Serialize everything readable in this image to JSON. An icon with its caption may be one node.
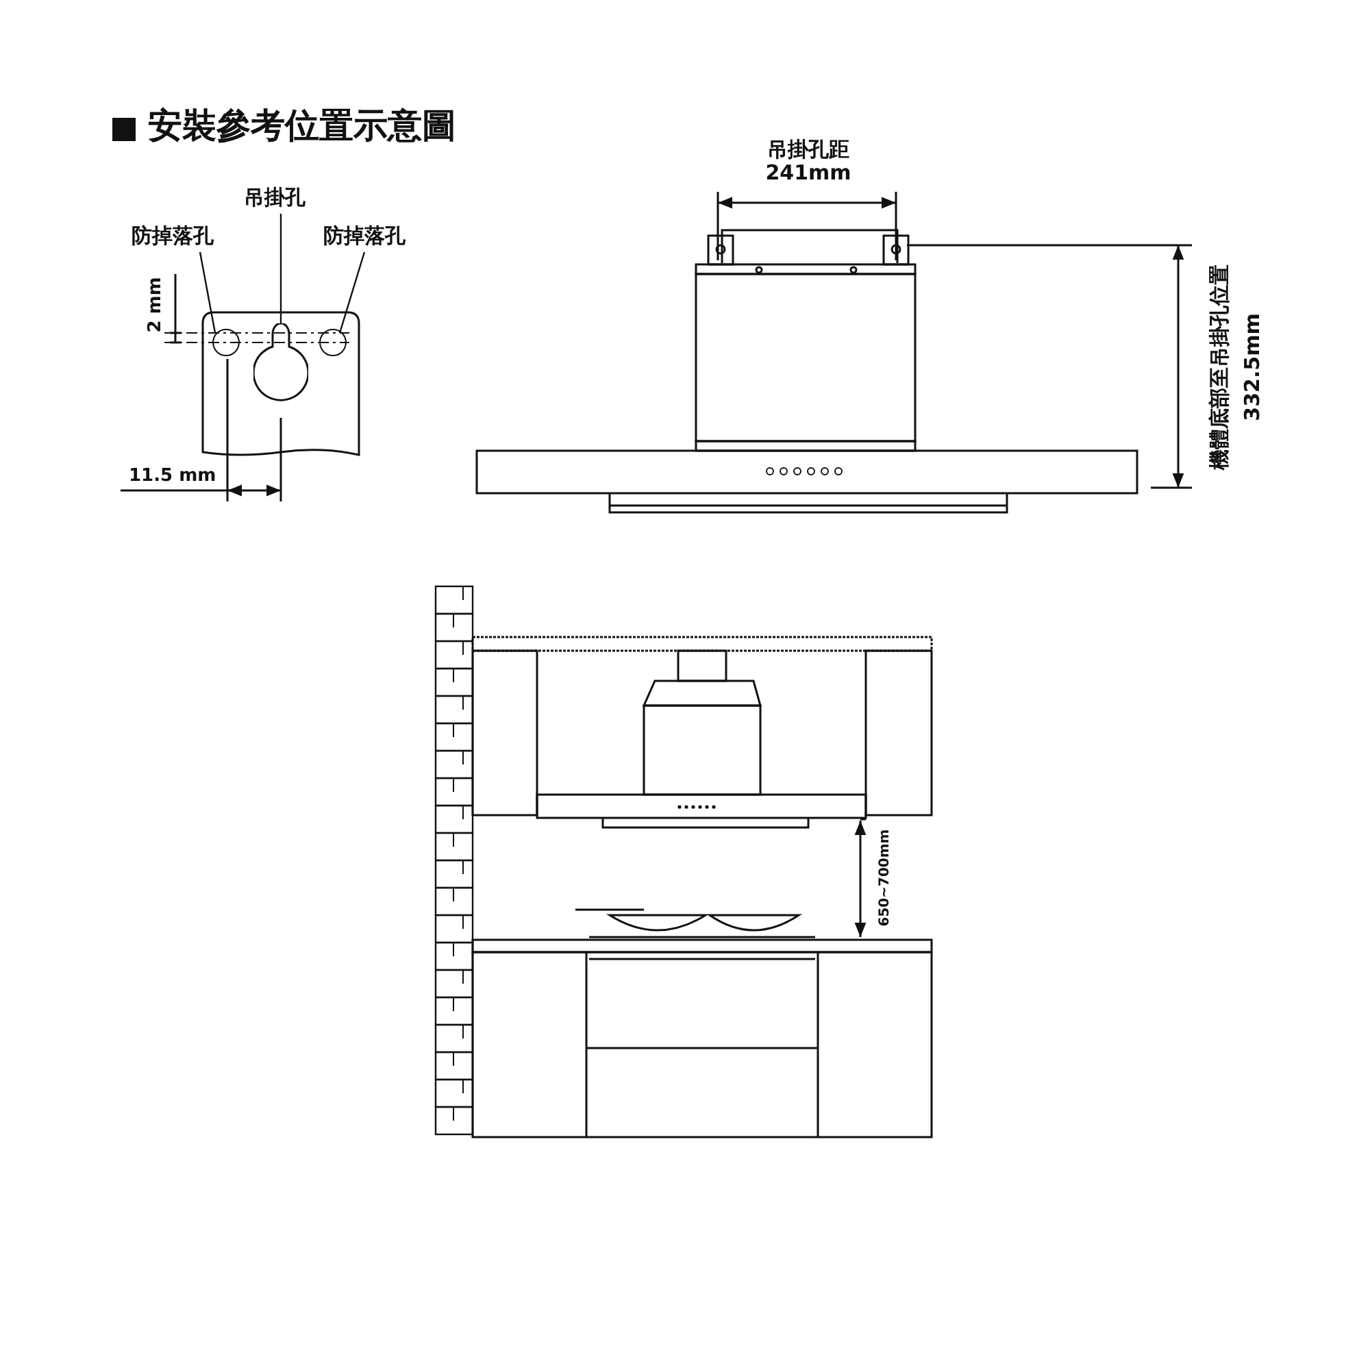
{
  "diagram": {
    "title": "安裝參考位置示意圖",
    "nodes": [
      {
        "text": [
          "吊掛孔"
        ]
      },
      {
        "text": [
          "防掉落孔"
        ]
      },
      {
        "text": [
          "防掉落孔"
        ]
      },
      {
        "text": [],
        "shape": "circle"
      },
      {
        "text": [],
        "shape": "circle"
      },
      {
        "text": [],
        "shape": "circle"
      }
    ],
    "edges": [
      {
        "from": 0,
        "to": 4,
        "arrow": "none"
      },
      {
        "from": 1,
        "to": 3,
        "arrow": "none"
      },
      {
        "from": 2,
        "to": 5,
        "arrow": "none"
      }
    ],
    "labels": [
      "吊掛孔距 241mm",
      "2 mm",
      "11.5 mm",
      "機體底部至吊掛孔位置 332.5mm",
      "650~700mm"
    ]
  }
}
